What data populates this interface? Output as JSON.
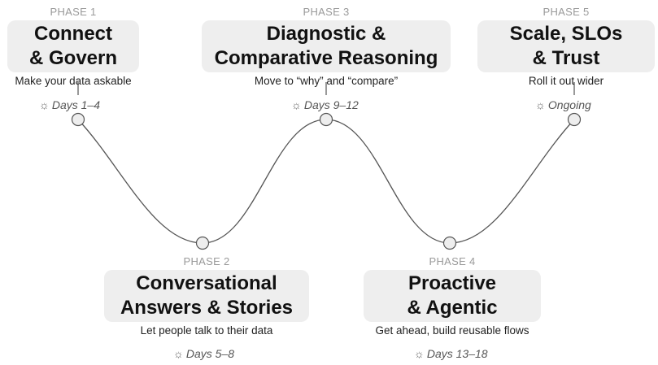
{
  "phases": [
    {
      "label": "PHASE 1",
      "title_line1": "Connect",
      "title_line2": "& Govern",
      "subtitle": "Make your data askable",
      "days": "Days 1–4"
    },
    {
      "label": "PHASE 2",
      "title_line1": "Conversational",
      "title_line2": "Answers & Stories",
      "subtitle": "Let people talk to their data",
      "days": "Days 5–8"
    },
    {
      "label": "PHASE 3",
      "title_line1": "Diagnostic &",
      "title_line2": "Comparative Reasoning",
      "subtitle": "Move to “why” and “compare”",
      "days": "Days 9–12"
    },
    {
      "label": "PHASE 4",
      "title_line1": "Proactive",
      "title_line2": "& Agentic",
      "subtitle": "Get ahead, build reusable flows",
      "days": "Days 13–18"
    },
    {
      "label": "PHASE 5",
      "title_line1": "Scale, SLOs",
      "title_line2": "& Trust",
      "subtitle": "Roll it out wider",
      "days": "Ongoing"
    }
  ],
  "icons": {
    "days": "sun-icon"
  },
  "colors": {
    "box": "#eeeeee",
    "line": "#555555",
    "muted": "#9a9a9a"
  }
}
